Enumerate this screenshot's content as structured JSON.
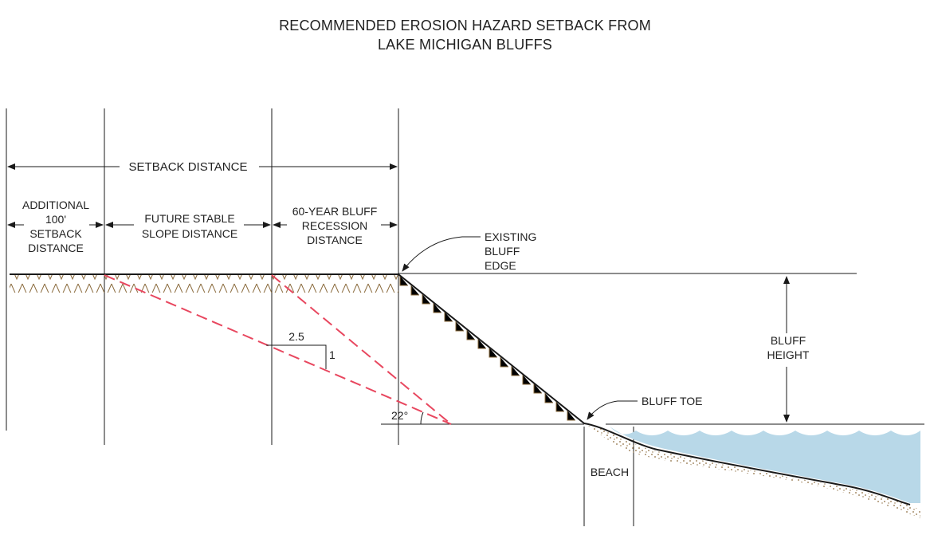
{
  "title": {
    "line1": "RECOMMENDED EROSION HAZARD SETBACK FROM",
    "line2": "LAKE MICHIGAN BLUFFS"
  },
  "labels": {
    "setback_distance": "SETBACK DISTANCE",
    "additional_setback": [
      "ADDITIONAL",
      "100'",
      "SETBACK",
      "DISTANCE"
    ],
    "future_stable_slope": [
      "FUTURE STABLE",
      "SLOPE DISTANCE"
    ],
    "recession_distance": [
      "60-YEAR BLUFF",
      "RECESSION",
      "DISTANCE"
    ],
    "existing_bluff_edge": [
      "EXISTING",
      "BLUFF",
      "EDGE"
    ],
    "bluff_height": [
      "BLUFF",
      "HEIGHT"
    ],
    "bluff_toe": "BLUFF TOE",
    "beach": "BEACH",
    "slope_run": "2.5",
    "slope_rise": "1",
    "angle": "22°"
  },
  "colors": {
    "line": "#1a1a1a",
    "soil_hatch": "#8b6b3d",
    "dashed_slope": "#e8475f",
    "water": "#b8d8e8",
    "sand": "#8b6b3d"
  }
}
